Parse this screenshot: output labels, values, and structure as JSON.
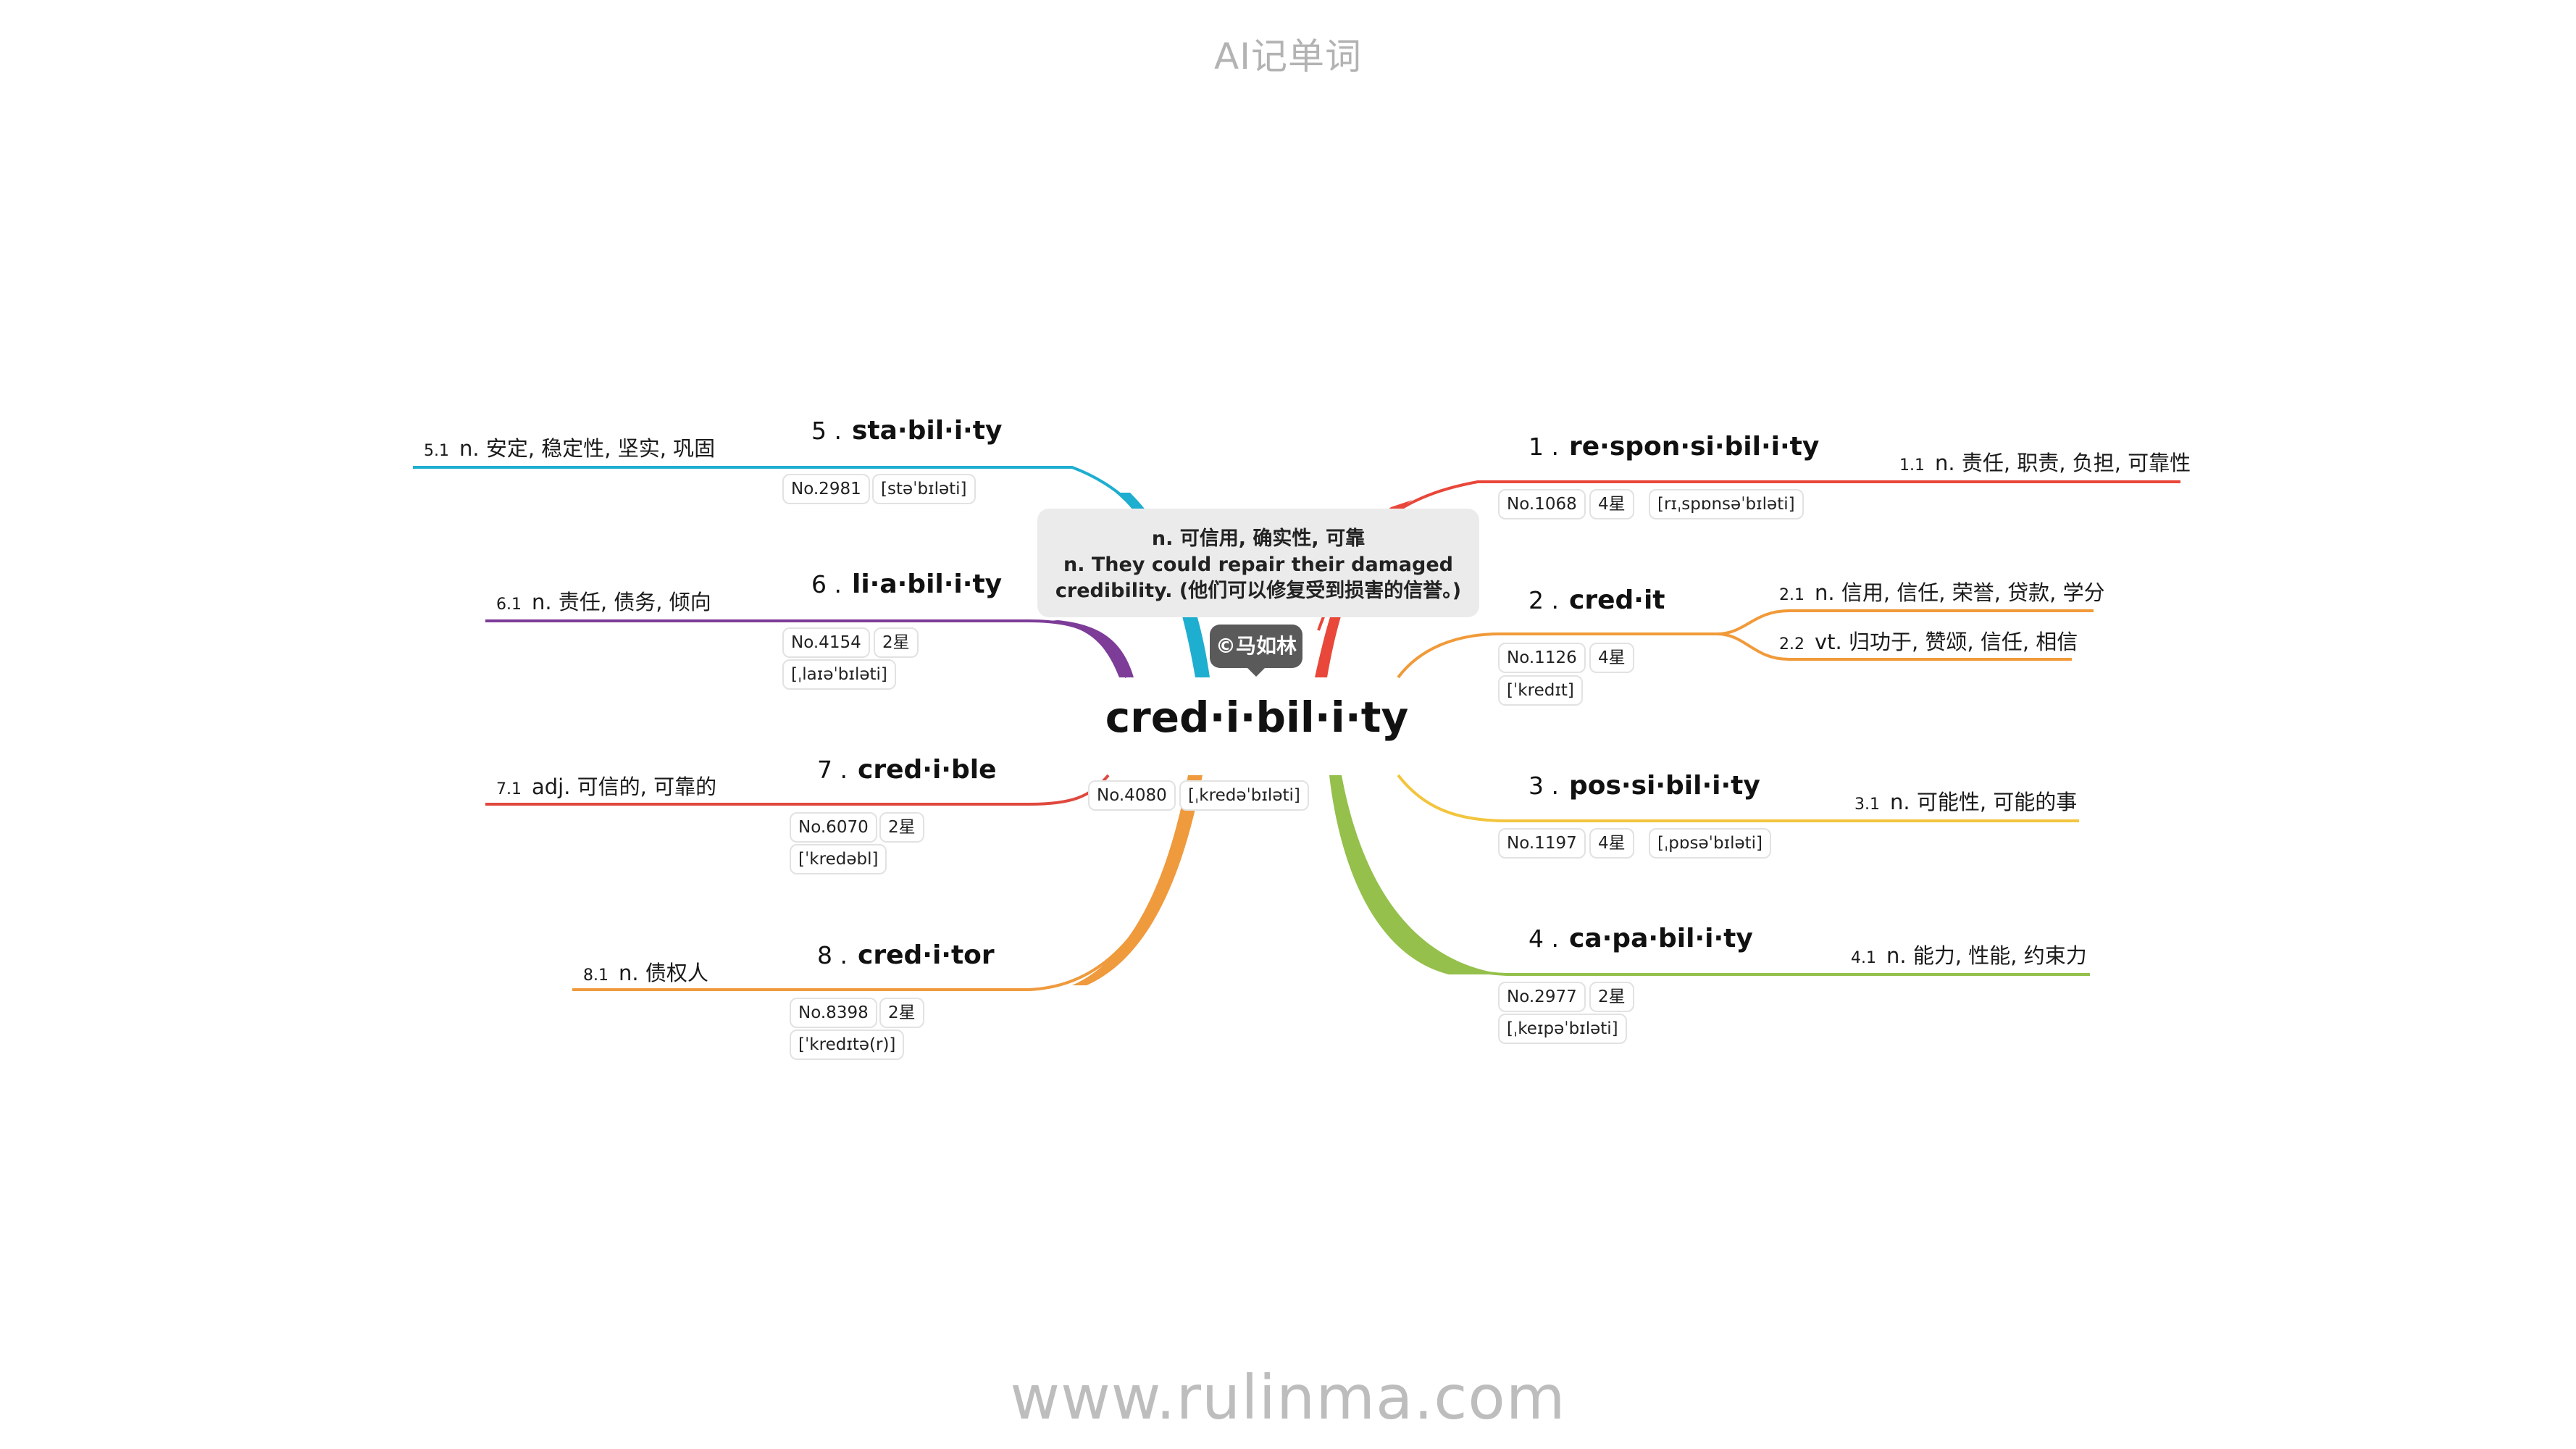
{
  "header": {
    "title": "AI记单词"
  },
  "footer": {
    "url": "www.rulinma.com"
  },
  "center": {
    "word": "cred·i·bil·i·ty",
    "number": "No.4080",
    "phonetic": "[ˌkredəˈbɪləti]",
    "tooltip": {
      "line1": "n. 可信用, 确实性, 可靠",
      "line2": "n. They could repair their damaged",
      "line3": "credibility. (他们可以修复受到损害的信誉。)"
    },
    "author": "©马如林"
  },
  "colors": {
    "red": "#e8473a",
    "orange": "#f19a3a",
    "yellow": "#f3c53e",
    "green": "#94c04b",
    "cyan": "#1eaed0",
    "purple": "#7d3c98",
    "red2": "#e0483d",
    "orange2": "#ef9a3c"
  },
  "branches": [
    {
      "num": "1 .",
      "word": "re·spon·si·bil·i·ty",
      "no": "No.1068",
      "stars": "4星",
      "phonetic": "[rɪˌspɒnsəˈbɪləti]",
      "defs": [
        {
          "num": "1.1",
          "text": "n. 责任, 职责, 负担, 可靠性"
        }
      ]
    },
    {
      "num": "2 .",
      "word": "cred·it",
      "no": "No.1126",
      "stars": "4星",
      "phonetic": "[ˈkredɪt]",
      "defs": [
        {
          "num": "2.1",
          "text": "n. 信用, 信任, 荣誉, 贷款, 学分"
        },
        {
          "num": "2.2",
          "text": "vt. 归功于, 赞颂, 信任, 相信"
        }
      ]
    },
    {
      "num": "3 .",
      "word": "pos·si·bil·i·ty",
      "no": "No.1197",
      "stars": "4星",
      "phonetic": "[ˌpɒsəˈbɪləti]",
      "defs": [
        {
          "num": "3.1",
          "text": "n. 可能性, 可能的事"
        }
      ]
    },
    {
      "num": "4 .",
      "word": "ca·pa·bil·i·ty",
      "no": "No.2977",
      "stars": "2星",
      "phonetic": "[ˌkeɪpəˈbɪləti]",
      "defs": [
        {
          "num": "4.1",
          "text": "n. 能力, 性能, 约束力"
        }
      ]
    },
    {
      "num": "5 .",
      "word": "sta·bil·i·ty",
      "no": "No.2981",
      "stars": "",
      "phonetic": "[stəˈbɪləti]",
      "defs": [
        {
          "num": "5.1",
          "text": "n. 安定, 稳定性, 坚实, 巩固"
        }
      ]
    },
    {
      "num": "6 .",
      "word": "li·a·bil·i·ty",
      "no": "No.4154",
      "stars": "2星",
      "phonetic": "[ˌlaɪəˈbɪləti]",
      "defs": [
        {
          "num": "6.1",
          "text": "n. 责任, 债务, 倾向"
        }
      ]
    },
    {
      "num": "7 .",
      "word": "cred·i·ble",
      "no": "No.6070",
      "stars": "2星",
      "phonetic": "[ˈkredəbl]",
      "defs": [
        {
          "num": "7.1",
          "text": "adj. 可信的, 可靠的"
        }
      ]
    },
    {
      "num": "8 .",
      "word": "cred·i·tor",
      "no": "No.8398",
      "stars": "2星",
      "phonetic": "[ˈkredɪtə(r)]",
      "defs": [
        {
          "num": "8.1",
          "text": "n. 债权人"
        }
      ]
    }
  ]
}
